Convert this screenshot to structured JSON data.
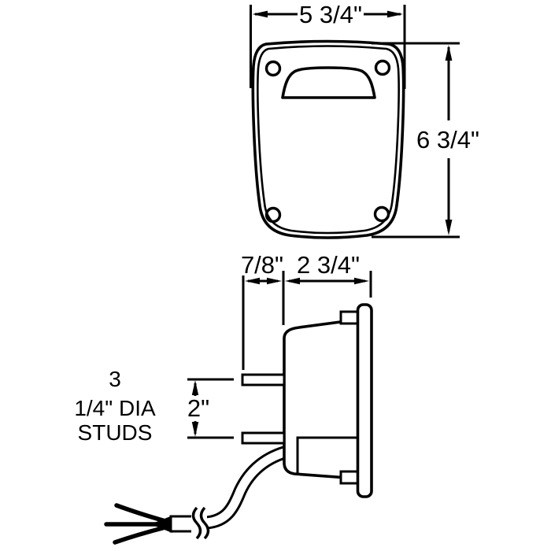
{
  "colors": {
    "line": "#000000",
    "background": "#ffffff"
  },
  "dimensions": {
    "front_width": "5 3/4\"",
    "front_height": "6 3/4\"",
    "stud_to_body": "7/8\"",
    "body_depth": "2 3/4\"",
    "stud_spacing": "2\""
  },
  "note": {
    "line1": "3",
    "line2": "1/4\" DIA",
    "line3": "STUDS"
  }
}
